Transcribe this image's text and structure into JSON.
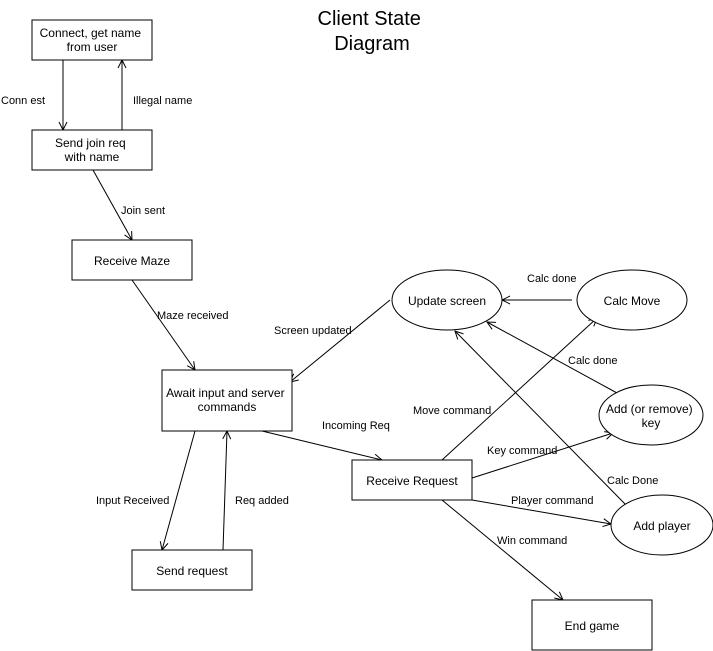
{
  "title_lines": [
    "Client State",
    "Diagram"
  ],
  "nodes": {
    "connect": [
      "Connect, get name",
      "from user"
    ],
    "send_join": [
      "Send join req",
      "with name"
    ],
    "receive_maze": [
      "Receive Maze"
    ],
    "await_input": [
      "Await input and server",
      "commands"
    ],
    "send_request": [
      "Send request"
    ],
    "receive_request": [
      "Receive Request"
    ],
    "end_game": [
      "End game"
    ],
    "update_screen": [
      "Update screen"
    ],
    "calc_move": [
      "Calc Move"
    ],
    "add_key": [
      "Add (or remove)",
      "key"
    ],
    "add_player": [
      "Add player"
    ]
  },
  "edges": {
    "conn_est": "Conn est",
    "illegal_name": "Illegal name",
    "join_sent": "Join sent",
    "maze_received": "Maze received",
    "screen_updated": "Screen updated",
    "incoming_req": "Incoming Req",
    "input_received": "Input Received",
    "req_added": "Req added",
    "move_command": "Move command",
    "key_command": "Key command",
    "player_command": "Player command",
    "win_command": "Win command",
    "calc_done_move": "Calc done",
    "calc_done_key": "Calc done",
    "calc_done_player": "Calc Done"
  }
}
